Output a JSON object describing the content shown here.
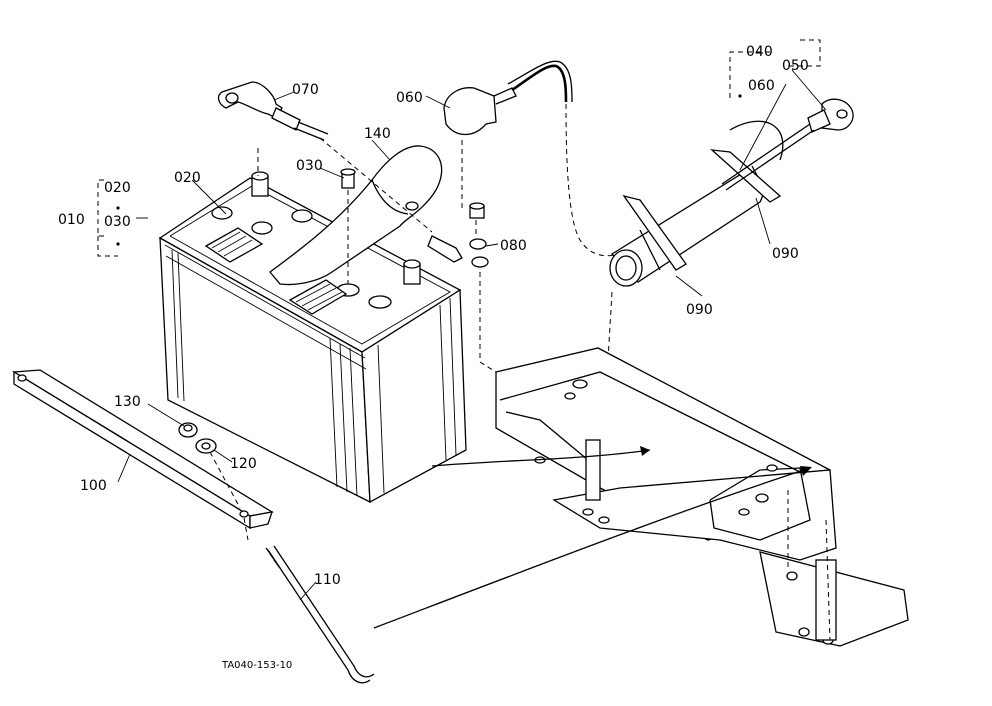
{
  "diagram": {
    "drawing_id": "TA040-153-10",
    "labels": {
      "p010": "010",
      "p020_group": "020",
      "p030_group": "030",
      "p020": "020",
      "p030": "030",
      "p040": "040",
      "p050": "050",
      "p060_cap": "060",
      "p060_wire": "060",
      "p070": "070",
      "p080": "080",
      "p090_left": "090",
      "p090_right": "090",
      "p100": "100",
      "p110": "110",
      "p120": "120",
      "p130": "130",
      "p140": "140"
    }
  }
}
